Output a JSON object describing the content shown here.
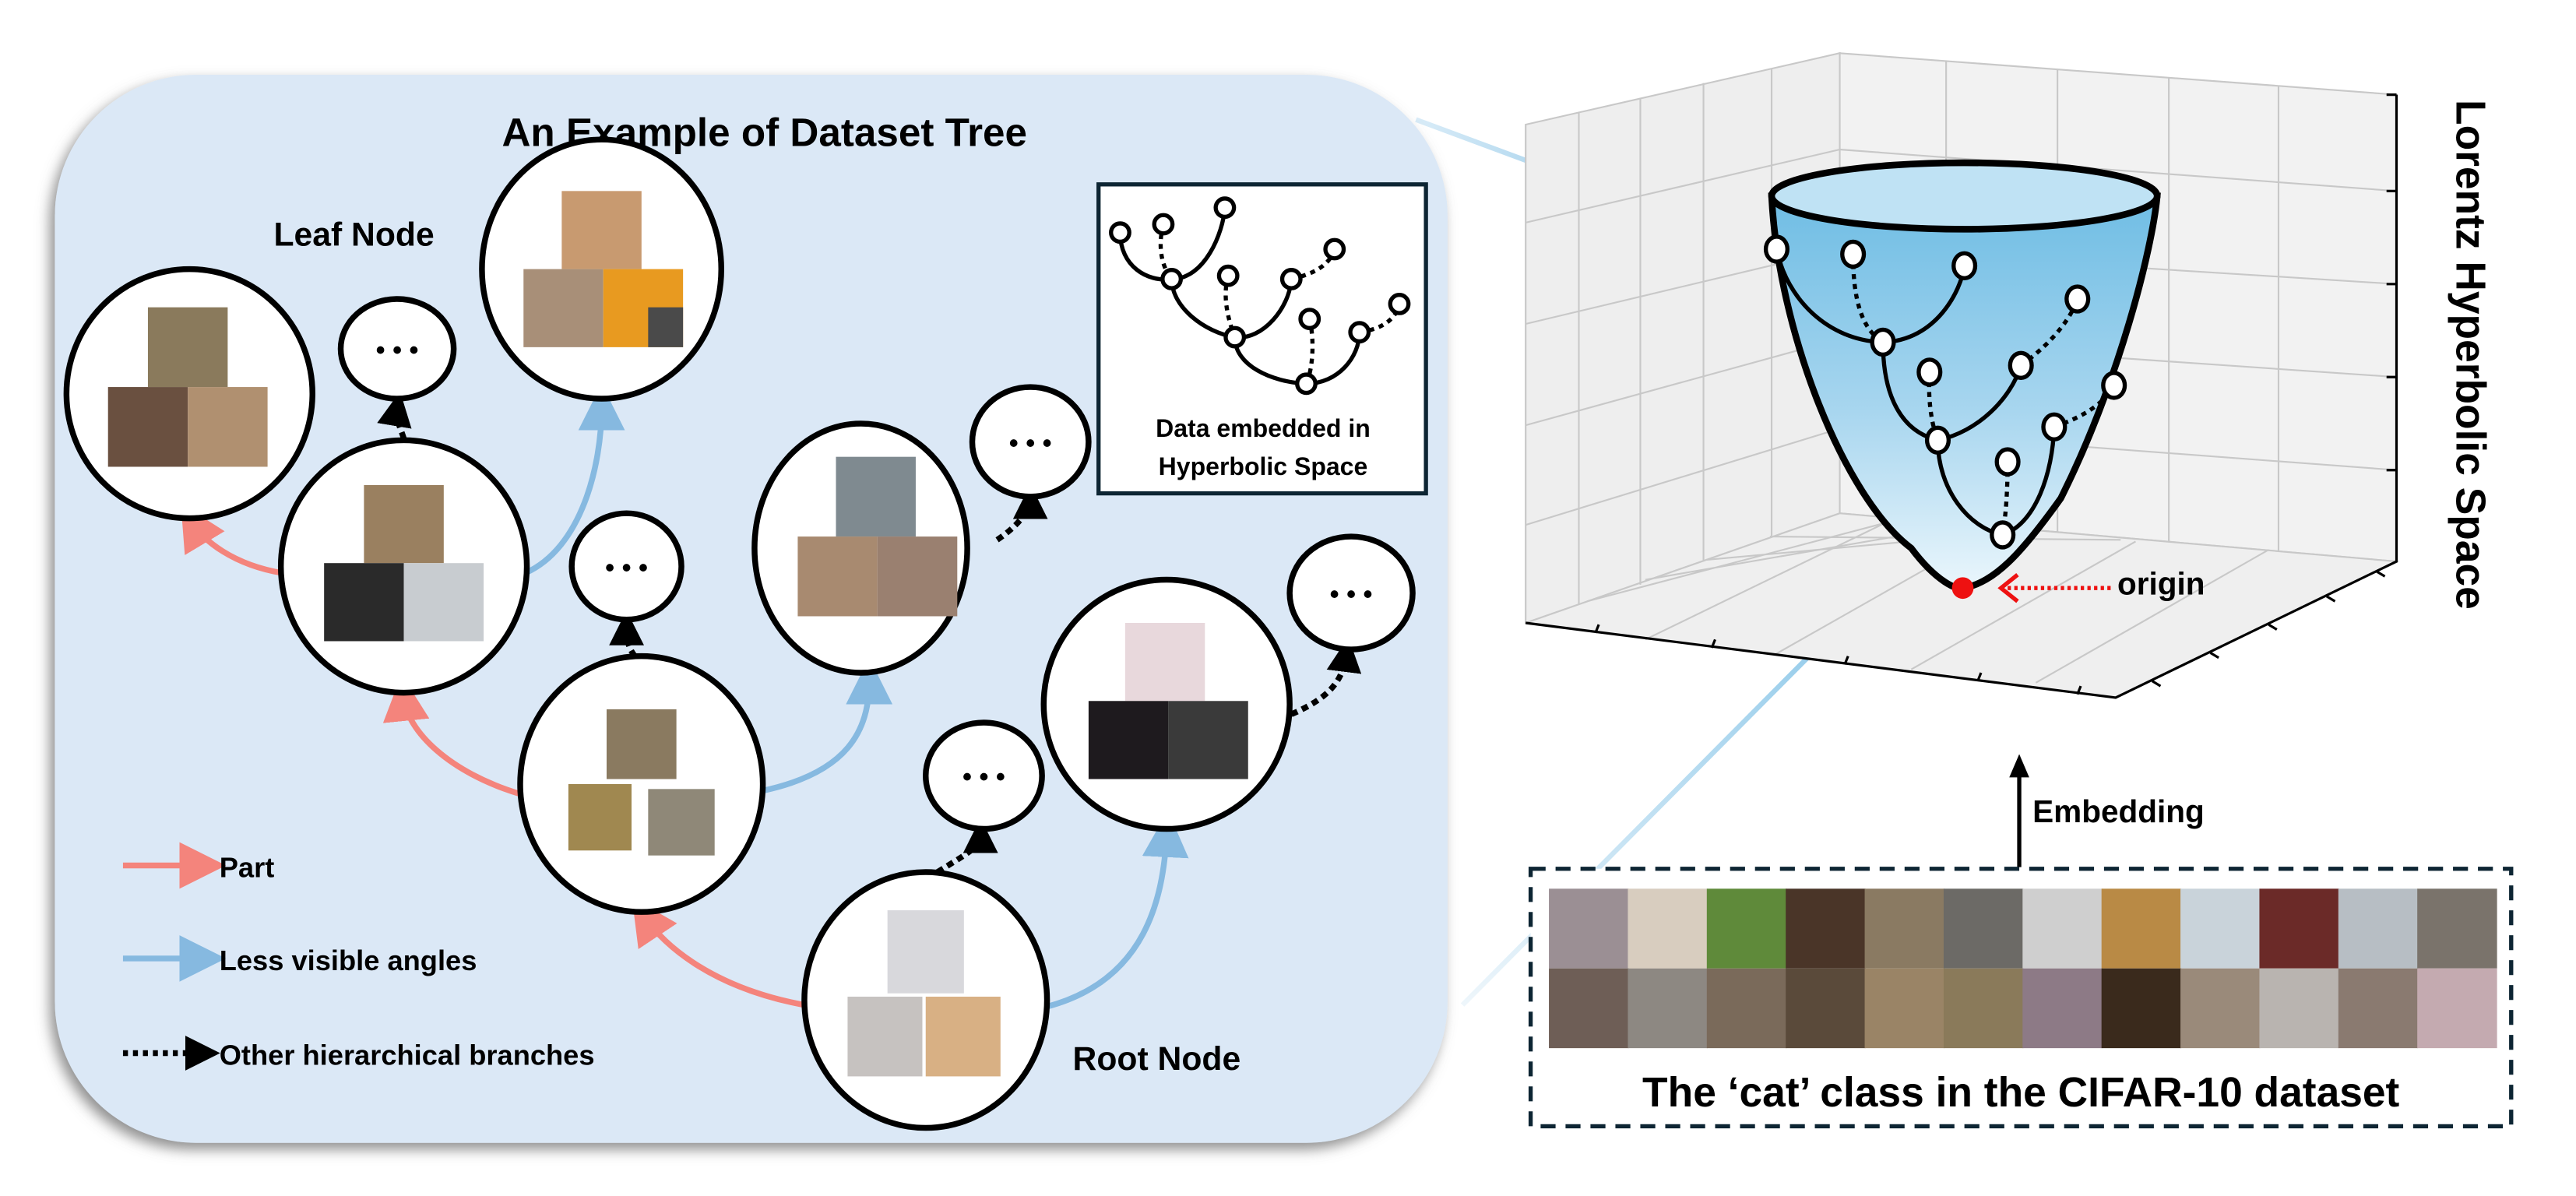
{
  "tree_panel": {
    "title": "An Example of Dataset Tree",
    "leaf_label": "Leaf Node",
    "root_label": "Root Node",
    "ellipsis": "• • •",
    "legend": [
      {
        "label": "Part",
        "color": "#f4847c",
        "style": "solid"
      },
      {
        "label": "Less visible angles",
        "color": "#86b9e0",
        "style": "solid"
      },
      {
        "label": "Other hierarchical branches",
        "color": "#000000",
        "style": "dotted"
      }
    ],
    "inset": {
      "caption_line1": "Data embedded in",
      "caption_line2": "Hyperbolic Space"
    },
    "colors": {
      "panel_bg": "#dbe8f6",
      "part": "#f4847c",
      "angles": "#86b9e0"
    }
  },
  "hyperbolic_plot": {
    "axis_label": "Lorentz Hyperbolic Space",
    "origin_label": "origin",
    "origin_color": "#ee1111"
  },
  "embedding": {
    "label": "Embedding"
  },
  "dataset": {
    "caption": "The ‘cat’ class in the CIFAR-10 dataset",
    "grid_rows": 2,
    "grid_cols": 12,
    "thumb_colors": [
      [
        "#9b8f94",
        "#d8cdbf",
        "#5f8a3a",
        "#4a3528",
        "#8a7a62",
        "#6c6a66",
        "#cfcfcf",
        "#b98a45",
        "#c9d3da",
        "#6b2a28",
        "#b7bec4",
        "#7a736b"
      ],
      [
        "#6e5e56",
        "#8d8882",
        "#7a6a5a",
        "#5a4a3a",
        "#9a8466",
        "#8a7a5a",
        "#8d7a86",
        "#3a2a1c",
        "#9a8a7a",
        "#b9b4b0",
        "#8a7a70",
        "#c4aab0"
      ]
    ]
  }
}
